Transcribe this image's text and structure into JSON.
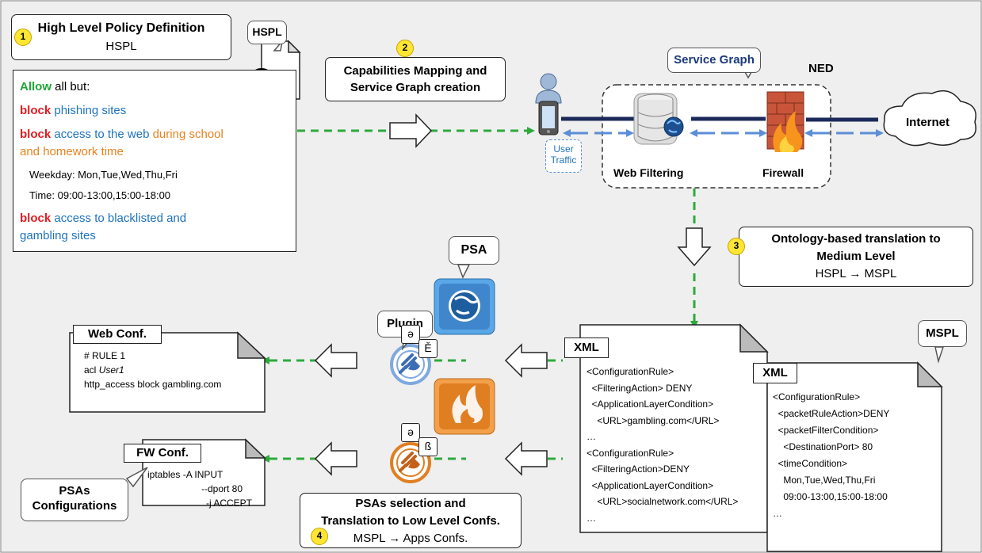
{
  "steps": {
    "s1": {
      "num": "1",
      "title": "High Level Policy Definition",
      "subtitle": "HSPL"
    },
    "s2": {
      "num": "2",
      "line1": "Capabilities Mapping and",
      "line2": "Service Graph creation"
    },
    "s3": {
      "num": "3",
      "line1": "Ontology-based translation to",
      "line2": "Medium Level",
      "line3": "HSPL → MSPL"
    },
    "s4": {
      "num": "4",
      "line1": "PSAs selection and",
      "line2": "Translation to Low Level Confs.",
      "line3": "MSPL → Apps Confs."
    }
  },
  "hspl_doc": {
    "tag": "HSPL"
  },
  "policy": {
    "l1_kw": "Allow",
    "l1_rest": " all but:",
    "l2_kw": "block",
    "l2_rest": " phishing sites",
    "l3_kw": "block",
    "l3_mid": " access to the web",
    "l3_orange": " during school",
    "l4_orange": "and homework time",
    "l5": "Weekday: Mon,Tue,Wed,Thu,Fri",
    "l6": "Time: 09:00-13:00,15:00-18:00",
    "l7_kw": "block",
    "l7_rest": " access to blacklisted and",
    "l8": "gambling sites"
  },
  "network": {
    "service_graph_label": "Service Graph",
    "ned_label": "NED",
    "web_filtering_label": "Web Filtering",
    "firewall_label": "Firewall",
    "internet_label": "Internet",
    "user_traffic_l1": "User",
    "user_traffic_l2": "Traffic"
  },
  "psa": {
    "psa_label": "PSA",
    "plugin_label": "Plugin",
    "glyph_a1": "ə",
    "glyph_e": "Ě",
    "glyph_a2": "ə",
    "glyph_ss": "ß",
    "psas_conf_l1": "PSAs",
    "psas_conf_l2": "Configurations"
  },
  "web_conf": {
    "title": "Web Conf.",
    "l1": "# RULE 1",
    "l2_a": "acl ",
    "l2_b": "User1",
    "l3": "http_access block gambling.com"
  },
  "fw_conf": {
    "title": "FW Conf.",
    "l1": "iptables -A INPUT",
    "l2": "--dport 80",
    "l3": "-j ACCEPT"
  },
  "xml1": {
    "tag": "XML",
    "lines": [
      "<ConfigurationRule>",
      "  <FilteringAction> DENY",
      "  <ApplicationLayerCondition>",
      "    <URL>gambling.com</URL>",
      "…",
      "<ConfigurationRule>",
      "  <FilteringAction>DENY",
      "  <ApplicationLayerCondition>",
      "    <URL>socialnetwork.com</URL>",
      "…"
    ]
  },
  "xml2": {
    "mspl_tag": "MSPL",
    "tag": "XML",
    "lines": [
      "<ConfigurationRule>",
      "  <packetRuleAction>DENY",
      "  <packetFilterCondition>",
      "    <DestinationPort> 80",
      "  <timeCondition>",
      "    Mon,Tue,Wed,Thu,Fri",
      "    09:00-13:00,15:00-18:00",
      "…"
    ]
  },
  "colors": {
    "green": "#22a539",
    "red": "#e31b23",
    "blue": "#1e73be",
    "orange": "#e8821e",
    "dash": "#2eaa3c",
    "navy": "#1b2a5a",
    "arrow_light": "#5b8ed6",
    "badge": "#ffe633"
  }
}
